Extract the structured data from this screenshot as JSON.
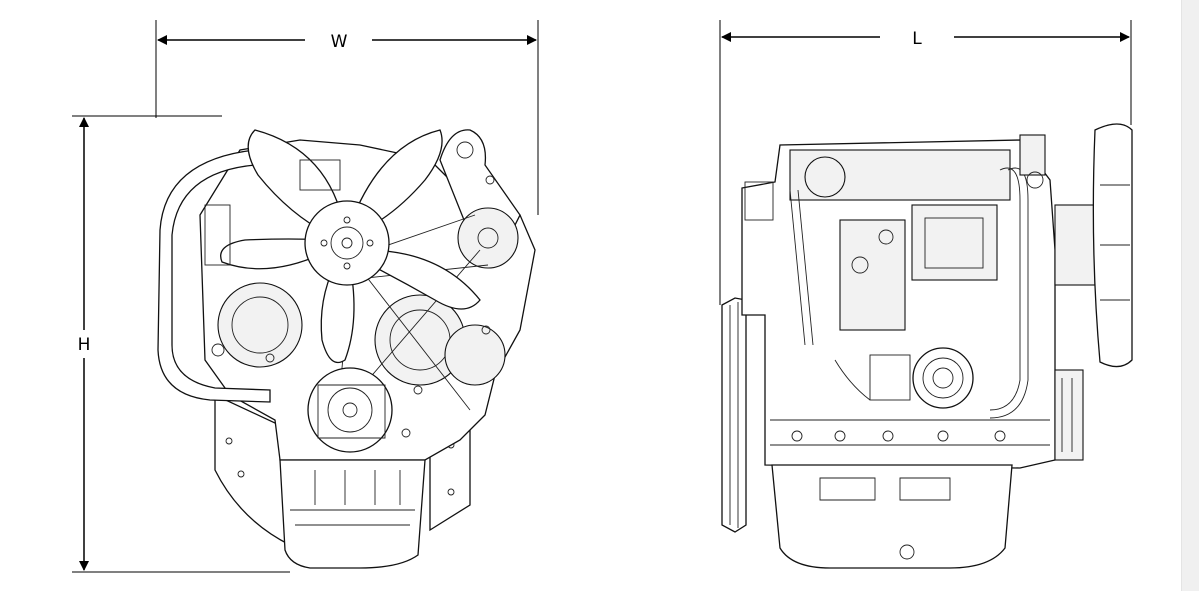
{
  "dimensions": {
    "width_label": "W",
    "length_label": "L",
    "height_label": "H"
  },
  "views": [
    "front-view",
    "side-view"
  ],
  "colors": {
    "line": "#000000",
    "background": "#ffffff",
    "scrollbar": "#f0f0f0"
  }
}
